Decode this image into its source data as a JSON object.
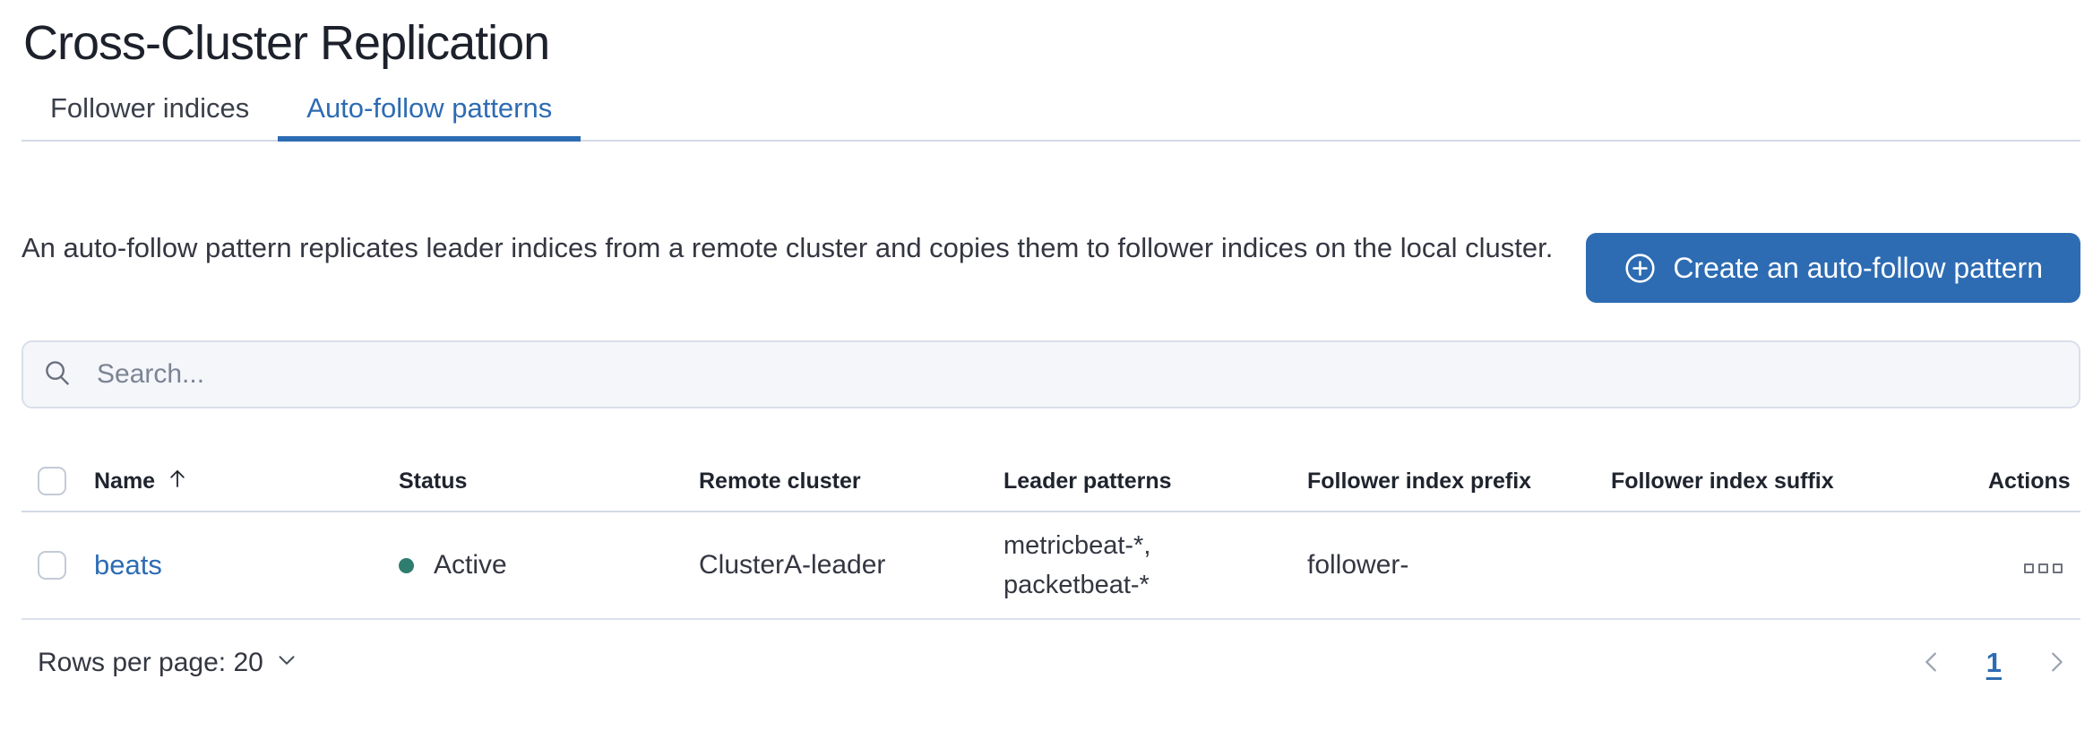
{
  "page_title": "Cross-Cluster Replication",
  "tabs": [
    {
      "label": "Follower indices",
      "active": false
    },
    {
      "label": "Auto-follow patterns",
      "active": true
    }
  ],
  "intro": {
    "text": "An auto-follow pattern replicates leader indices from a remote cluster and copies them to follower indices on the local cluster."
  },
  "create_button": {
    "label": "Create an auto-follow pattern",
    "icon": "plus-in-circle"
  },
  "search": {
    "placeholder": "Search...",
    "value": ""
  },
  "table": {
    "columns": {
      "name": "Name",
      "status": "Status",
      "remote_cluster": "Remote cluster",
      "leader_patterns": "Leader patterns",
      "follower_index_prefix": "Follower index prefix",
      "follower_index_suffix": "Follower index suffix",
      "actions": "Actions"
    },
    "sort": {
      "column": "Name",
      "direction": "ascending"
    },
    "rows": [
      {
        "name": "beats",
        "status": "Active",
        "remote_cluster": "ClusterA-leader",
        "leader_patterns": "metricbeat-*, packetbeat-*",
        "follower_index_prefix": "follower-",
        "follower_index_suffix": ""
      }
    ]
  },
  "footer": {
    "rows_per_page": "Rows per page: 20",
    "pagination": {
      "current_page": "1"
    }
  },
  "colors": {
    "primary": "#2d6cb3",
    "success_dot": "#2f7d6e",
    "border": "#d3dae6",
    "search_fill": "#f5f6fa"
  }
}
